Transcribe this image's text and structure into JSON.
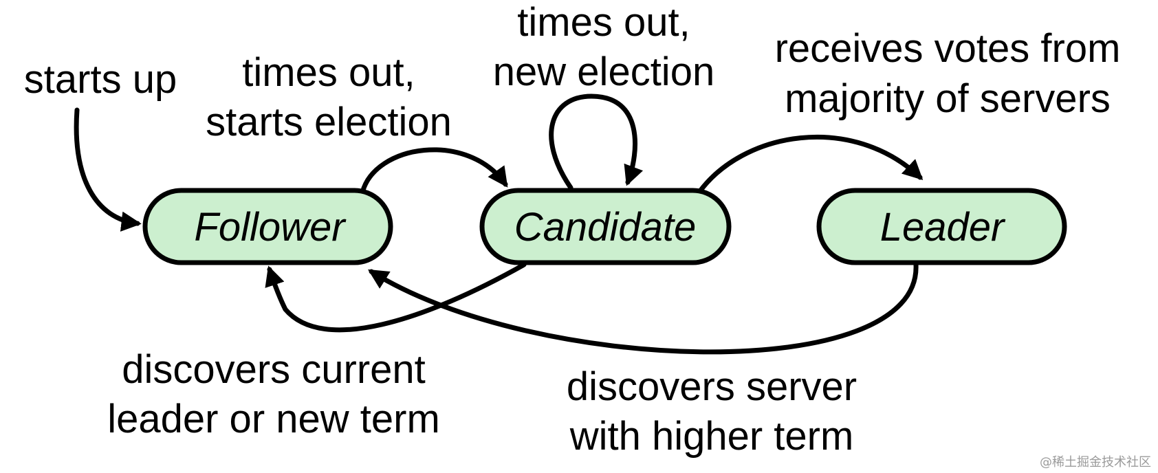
{
  "colors": {
    "state_fill": "#ccefcf",
    "stroke": "#000000",
    "watermark": "#9a9a9a"
  },
  "states": {
    "follower": "Follower",
    "candidate": "Candidate",
    "leader": "Leader"
  },
  "transitions": {
    "starts_up": "starts up",
    "follower_timeout": [
      "times out,",
      "starts election"
    ],
    "candidate_timeout": [
      "times out,",
      "new election"
    ],
    "receives_votes": [
      "receives votes from",
      "majority of servers"
    ],
    "discovers_current": [
      "discovers current",
      "leader or new term"
    ],
    "discovers_server": [
      "discovers server",
      "with higher term"
    ]
  },
  "watermark": "@稀土掘金技术社区"
}
